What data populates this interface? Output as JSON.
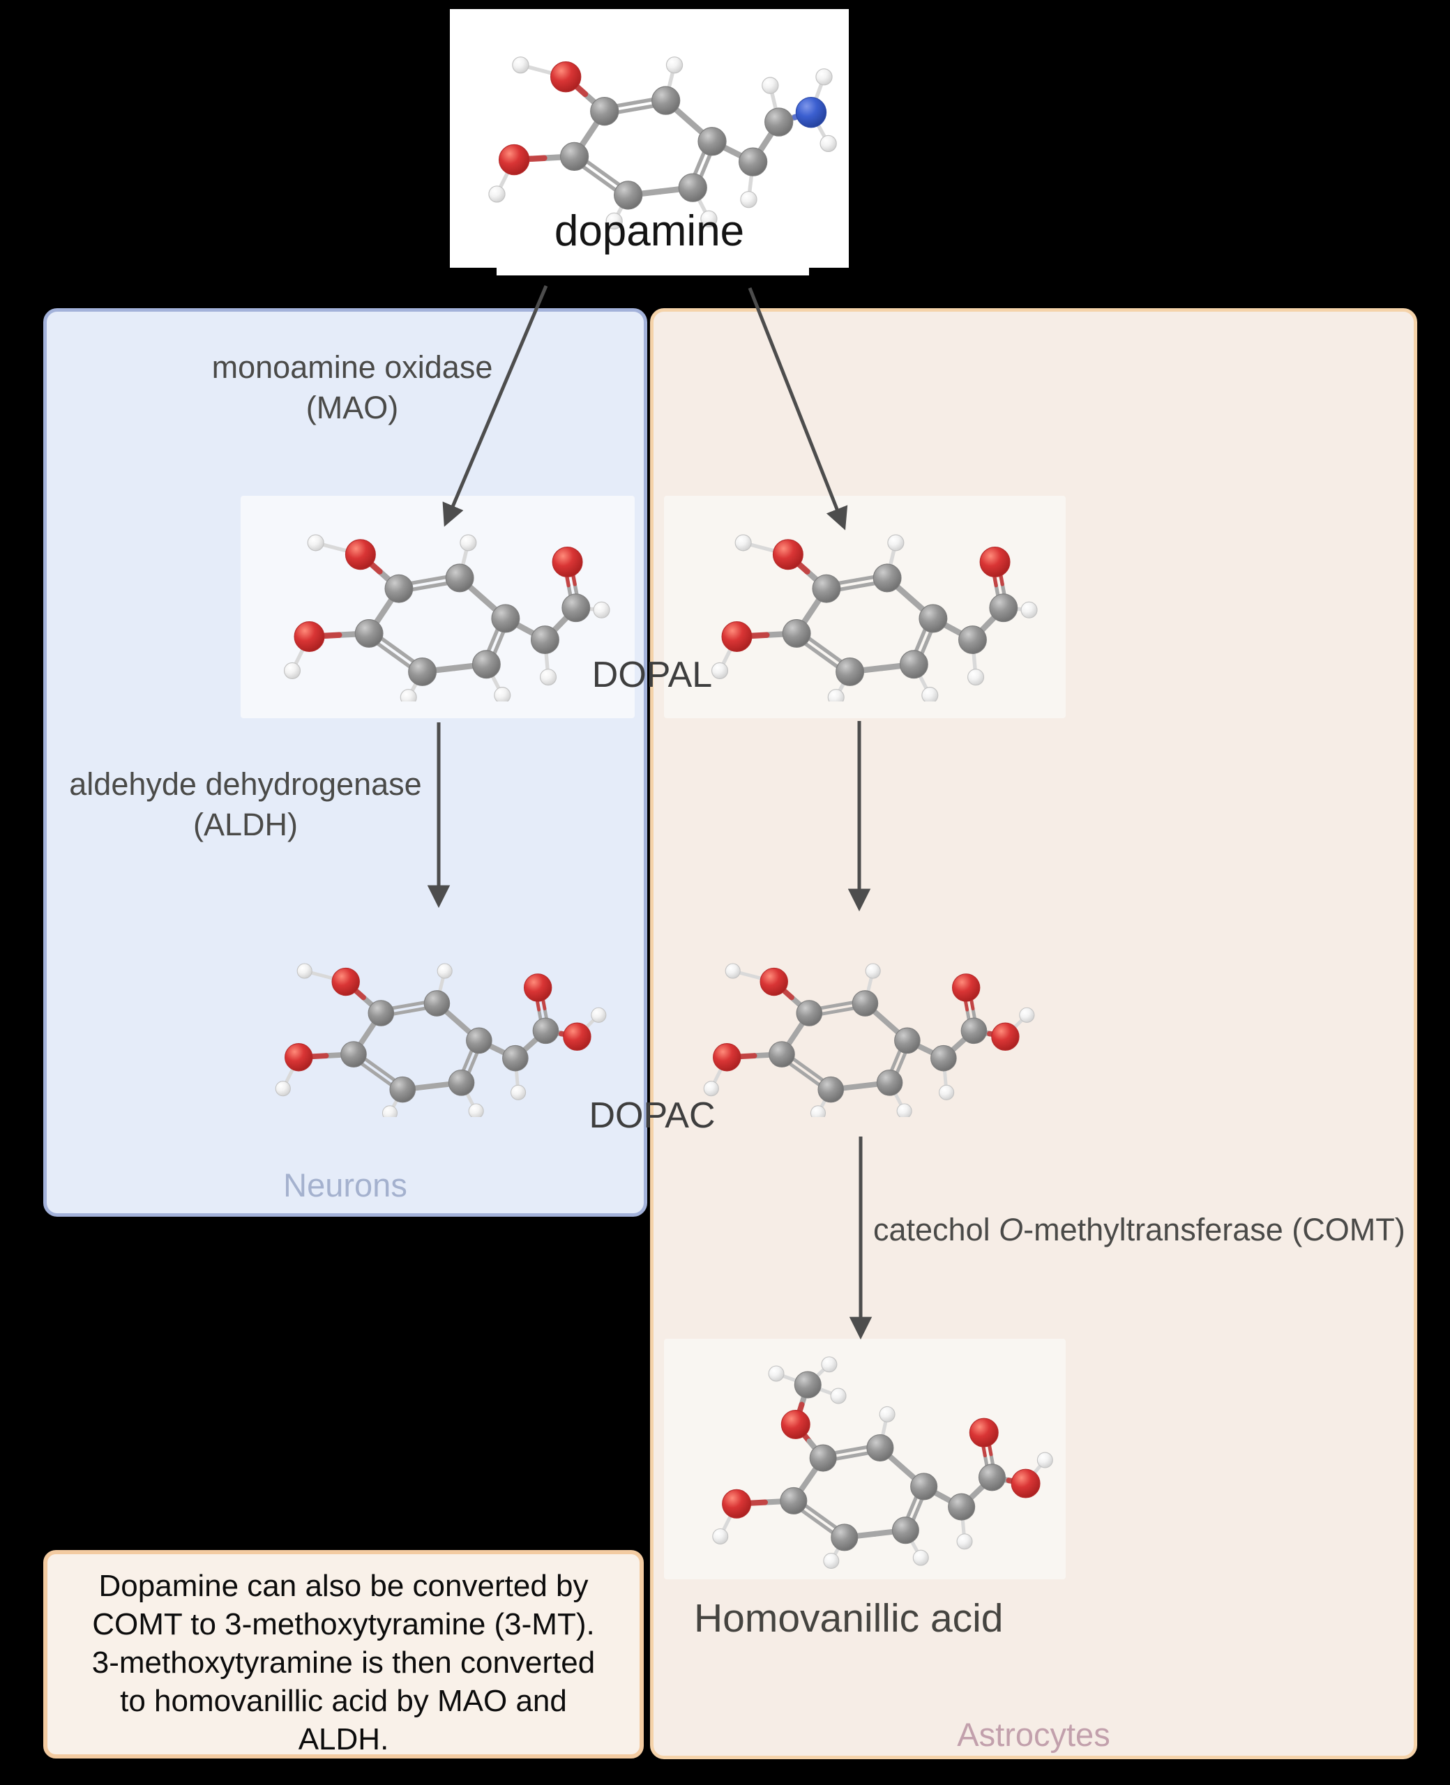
{
  "top_panel": {
    "dopamine_label": "dopamine"
  },
  "regions": {
    "neurons": {
      "label": "Neurons"
    },
    "astrocytes": {
      "label": "Astrocytes"
    }
  },
  "enzymes": {
    "mao_line1": "monoamine oxidase",
    "mao_line2": "(MAO)",
    "aldh_line1": "aldehyde dehydrogenase",
    "aldh_line2": "(ALDH)",
    "comt_prefix": "catechol ",
    "comt_italic": "O",
    "comt_suffix": "-methyltransferase (COMT)"
  },
  "metabolites": {
    "dopal": "DOPAL",
    "dopac": "DOPAC",
    "homovanillic_acid": "Homovanillic acid"
  },
  "note": {
    "line1": "Dopamine can also be converted by",
    "line2": "COMT to 3-methoxytyramine (3-MT).",
    "line3": "3-methoxytyramine is then converted",
    "line4": "to homovanillic acid by MAO and",
    "line5": "ALDH."
  },
  "colors": {
    "neurons_fill": "#e5ecf9",
    "neurons_border": "#a3b2da",
    "neurons_label": "#a4b1ce",
    "astrocytes_fill": "#f6ede6",
    "astrocytes_border": "#f5d3aa",
    "astrocytes_label": "#c2a0ac",
    "note_fill": "#f9f1e9",
    "note_border": "#f3cba1",
    "arrow": "#4d4d4d",
    "atom_carbon": "#969696",
    "atom_oxygen": "#d93535",
    "atom_hydrogen": "#f3f3f3",
    "atom_nitrogen": "#3b5fd0"
  }
}
